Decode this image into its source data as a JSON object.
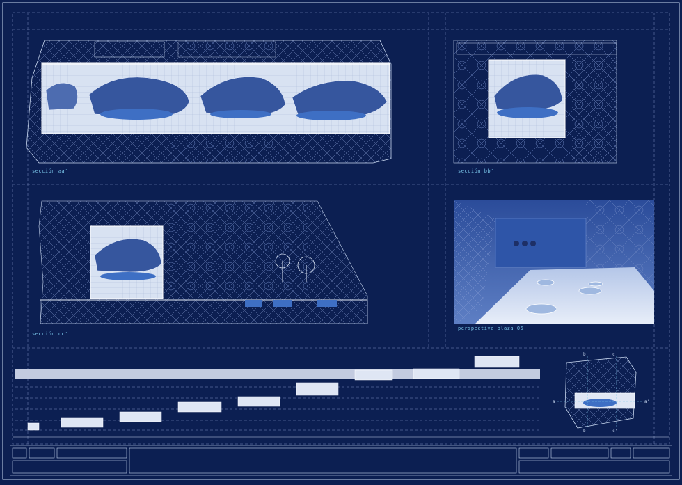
{
  "sheet": {
    "background": "#0c1f52",
    "line_color": "#c9d8f0",
    "accent": "#79c4e8",
    "water": "#3e6fc4"
  },
  "panels": {
    "section_aa": {
      "caption": "sección aa'"
    },
    "section_bb": {
      "caption": "sección bb'"
    },
    "section_cc": {
      "caption": "sección cc'"
    },
    "perspective": {
      "caption": "perspectiva plaza_05"
    }
  },
  "keyplan": {
    "markers": [
      "b'",
      "c",
      "c'",
      "a",
      "a'",
      "b"
    ]
  },
  "title_block": {
    "cells": [
      "",
      "",
      "",
      "",
      "",
      "",
      "",
      ""
    ]
  }
}
